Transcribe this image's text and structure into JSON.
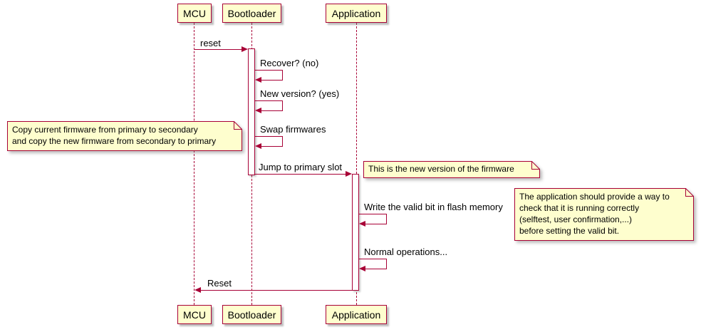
{
  "diagram_type": "sequence",
  "participants": [
    {
      "label": "MCU"
    },
    {
      "label": "Bootloader"
    },
    {
      "label": "Application"
    }
  ],
  "messages": [
    {
      "label": "reset",
      "from": "MCU",
      "to": "Bootloader",
      "type": "arrow"
    },
    {
      "label": "Recover? (no)",
      "from": "Bootloader",
      "to": "Bootloader",
      "type": "self"
    },
    {
      "label": "New version? (yes)",
      "from": "Bootloader",
      "to": "Bootloader",
      "type": "self"
    },
    {
      "label": "Swap firmwares",
      "from": "Bootloader",
      "to": "Bootloader",
      "type": "self"
    },
    {
      "label": "Jump to primary slot",
      "from": "Bootloader",
      "to": "Application",
      "type": "arrow"
    },
    {
      "label": "Write the valid bit in flash memory",
      "from": "Application",
      "to": "Application",
      "type": "self"
    },
    {
      "label": "Normal operations...",
      "from": "Application",
      "to": "Application",
      "type": "self"
    },
    {
      "label": "Reset",
      "from": "Application",
      "to": "MCU",
      "type": "arrow"
    }
  ],
  "notes": [
    {
      "text": "Copy current firmware from primary to secondary\nand copy the new firmware from secondary to primary",
      "position": "left"
    },
    {
      "text": "This is the new version of the firmware",
      "position": "right"
    },
    {
      "text": "The application should provide a way to\ncheck that it is running correctly\n(selftest, user confirmation,...)\nbefore setting the valid bit.",
      "position": "right"
    }
  ],
  "colors": {
    "shape_fill": "#FEFECE",
    "shape_border": "#A80036",
    "arrow": "#A80036",
    "lifeline": "#A80036",
    "background": "#FFFFFF",
    "text": "#000000"
  }
}
